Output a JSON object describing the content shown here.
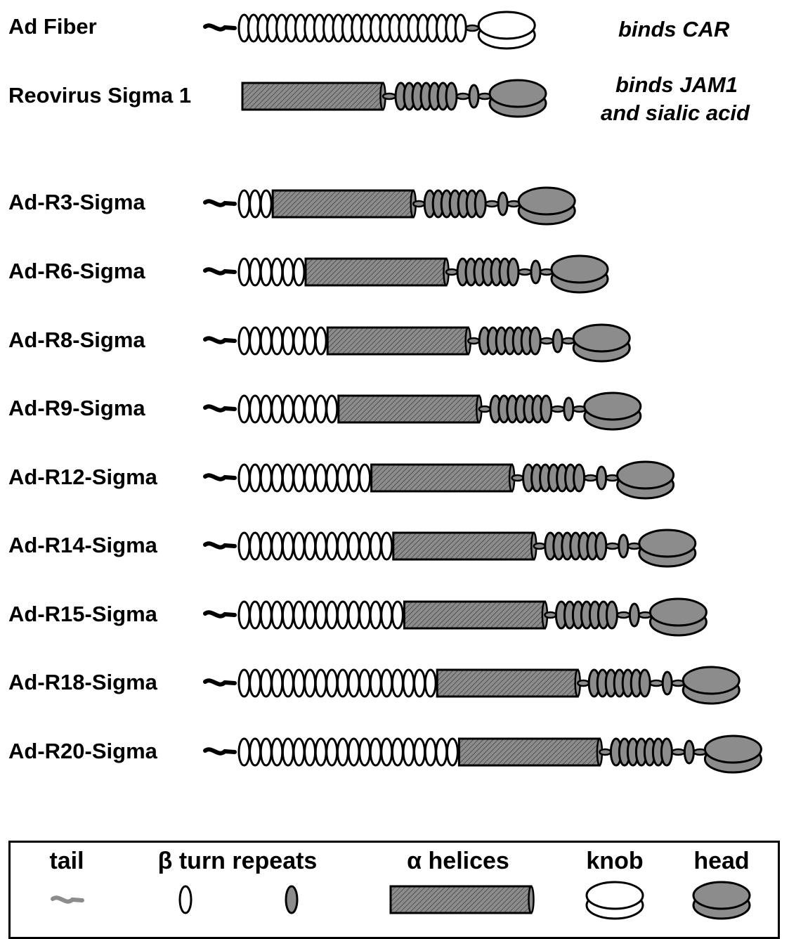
{
  "constructs": [
    {
      "label": "Ad Fiber",
      "ad_repeats": 24,
      "sigma_helix": false,
      "note": "binds CAR"
    },
    {
      "label": "Reovirus Sigma 1",
      "ad_repeats": 0,
      "sigma_helix": true,
      "note_lines": [
        "binds JAM1",
        "and sialic acid"
      ]
    },
    {
      "label": "Ad-R3-Sigma",
      "ad_repeats": 3,
      "sigma_helix": true
    },
    {
      "label": "Ad-R6-Sigma",
      "ad_repeats": 6,
      "sigma_helix": true
    },
    {
      "label": "Ad-R8-Sigma",
      "ad_repeats": 8,
      "sigma_helix": true
    },
    {
      "label": "Ad-R9-Sigma",
      "ad_repeats": 9,
      "sigma_helix": true
    },
    {
      "label": "Ad-R12-Sigma",
      "ad_repeats": 12,
      "sigma_helix": true
    },
    {
      "label": "Ad-R14-Sigma",
      "ad_repeats": 14,
      "sigma_helix": true
    },
    {
      "label": "Ad-R15-Sigma",
      "ad_repeats": 15,
      "sigma_helix": true
    },
    {
      "label": "Ad-R18-Sigma",
      "ad_repeats": 18,
      "sigma_helix": true
    },
    {
      "label": "Ad-R20-Sigma",
      "ad_repeats": 20,
      "sigma_helix": true
    }
  ],
  "legend": {
    "tail": "tail",
    "beta_turn_repeats": "β turn repeats",
    "alpha_helices": "α helices",
    "knob": "knob",
    "head": "head"
  },
  "colors": {
    "outline": "#000000",
    "gray_fill": "#8c8c8c",
    "white_fill": "#ffffff",
    "tail_gray": "#8c8c8c"
  }
}
